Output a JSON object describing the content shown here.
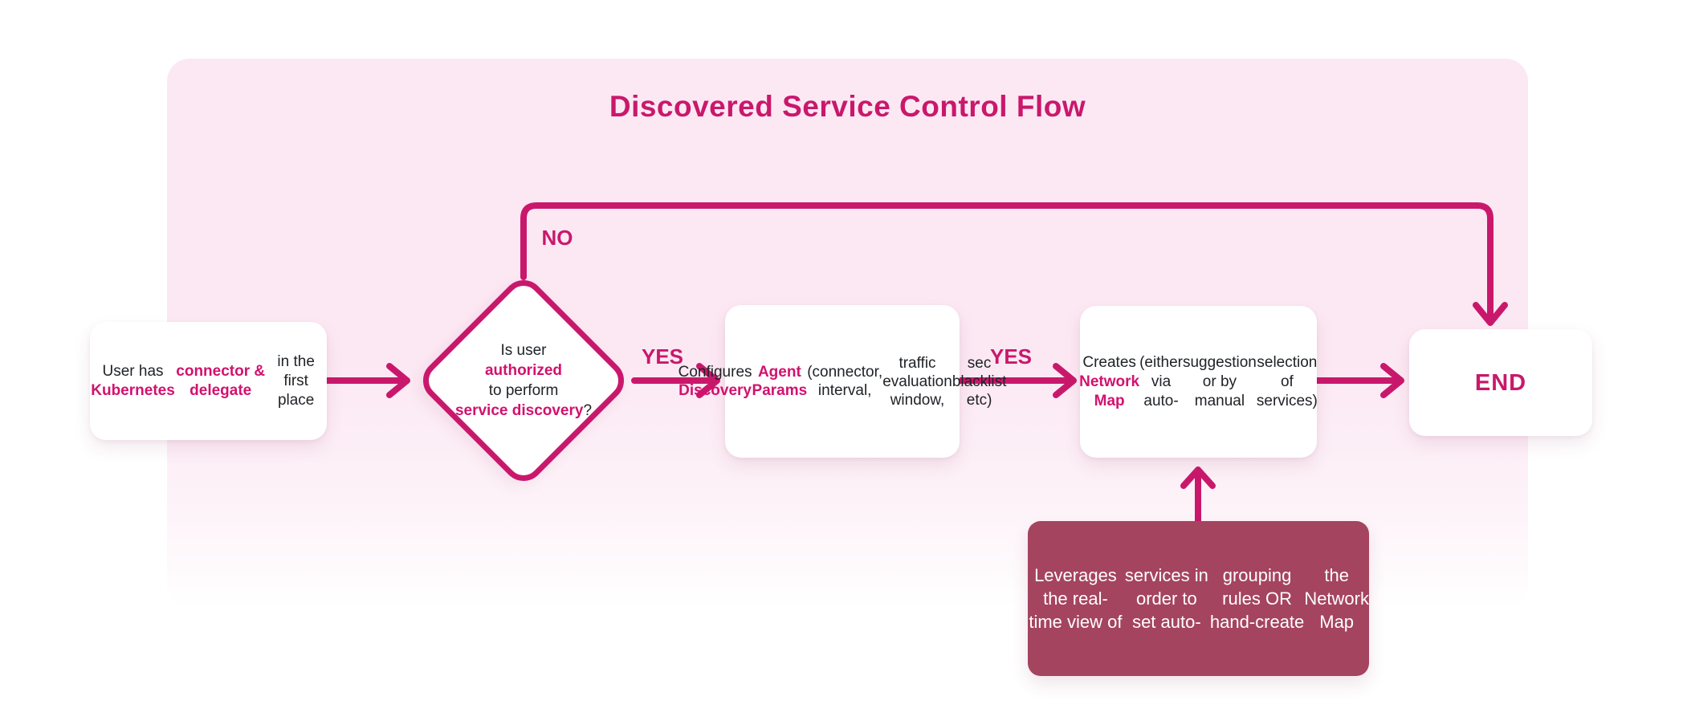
{
  "title": "Discovered Service Control Flow",
  "colors": {
    "accent": "#c9186c",
    "emphasis_text": "#d2116e",
    "panel_pink": "#fce8f3",
    "note_maroon": "#a5445f",
    "node_text": "#202327",
    "node_background": "#ffffff",
    "note_text": "#ffffff"
  },
  "edge_labels": {
    "no": "NO",
    "yes_decision": "YES",
    "yes_params": "YES"
  },
  "nodes": {
    "start": {
      "lines": [
        [
          {
            "t": "User has "
          },
          {
            "t": "Kubernetes",
            "em": true
          }
        ],
        [
          {
            "t": "connector & delegate",
            "em": true
          }
        ],
        [
          {
            "t": "in the first place"
          }
        ]
      ]
    },
    "decision": {
      "lines": [
        [
          {
            "t": "Is user"
          }
        ],
        [
          {
            "t": "authorized",
            "em": true
          }
        ],
        [
          {
            "t": "to perform"
          }
        ],
        [
          {
            "t": "service discovery",
            "em": true
          },
          {
            "t": "?"
          }
        ]
      ]
    },
    "params": {
      "lines": [
        [
          {
            "t": "Configures "
          },
          {
            "t": "Discovery",
            "em": true
          }
        ],
        [
          {
            "t": "Agent Params",
            "em": true
          }
        ],
        [
          {
            "t": "(connector, interval,"
          }
        ],
        [
          {
            "t": "traffic evaluation window,"
          }
        ],
        [
          {
            "t": "sec blacklist etc)"
          }
        ]
      ]
    },
    "network_map": {
      "lines": [
        [
          {
            "t": "Creates "
          },
          {
            "t": "Network Map",
            "em": true
          }
        ],
        [
          {
            "t": "(either via auto-"
          }
        ],
        [
          {
            "t": "suggestion or by manual"
          }
        ],
        [
          {
            "t": "selection of services)"
          }
        ]
      ]
    },
    "end": {
      "label": "END"
    },
    "note": {
      "lines": [
        [
          {
            "t": "Leverages the real-time view of"
          }
        ],
        [
          {
            "t": "services in order to set auto-"
          }
        ],
        [
          {
            "t": "grouping rules OR hand-create"
          }
        ],
        [
          {
            "t": "the Network Map"
          }
        ]
      ]
    }
  }
}
